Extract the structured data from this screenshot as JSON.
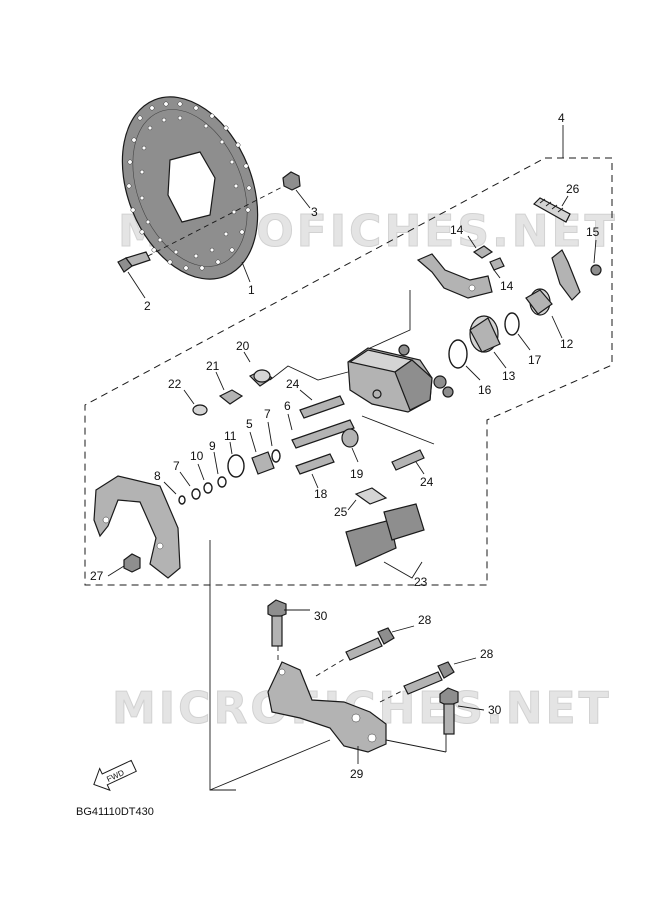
{
  "watermark": {
    "text": "MICROFICHES.NET"
  },
  "diagram_code": "BG41110DT430",
  "fwd_label": "FWD",
  "labels": {
    "p1": "1",
    "p2": "2",
    "p3": "3",
    "p4": "4",
    "p5": "5",
    "p6": "6",
    "p7a": "7",
    "p7b": "7",
    "p8": "8",
    "p9": "9",
    "p10": "10",
    "p11": "11",
    "p12": "12",
    "p13": "13",
    "p14a": "14",
    "p14b": "14",
    "p15": "15",
    "p16": "16",
    "p17": "17",
    "p18": "18",
    "p19": "19",
    "p20": "20",
    "p21": "21",
    "p22": "22",
    "p23": "23",
    "p24a": "24",
    "p24b": "24",
    "p25": "25",
    "p26": "26",
    "p27": "27",
    "p28a": "28",
    "p28b": "28",
    "p29": "29",
    "p30a": "30",
    "p30b": "30"
  }
}
